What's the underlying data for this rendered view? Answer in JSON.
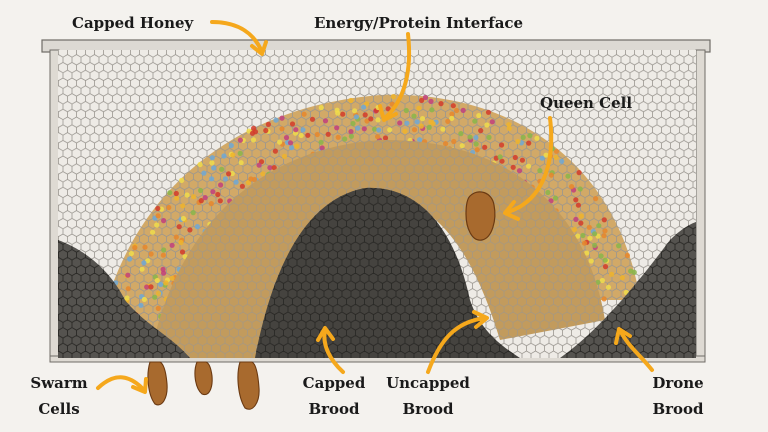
{
  "labels": {
    "capped_honey": "Capped Honey",
    "interface": "Energy/Protein Interface",
    "queen_cell": "Queen Cell",
    "swarm_cells": [
      "Swarm",
      "Cells"
    ],
    "capped_brood": [
      "Capped",
      "Brood"
    ],
    "uncapped_brood": [
      "Uncapped",
      "Brood"
    ],
    "drone_brood": [
      "Drone",
      "Brood"
    ]
  },
  "colors": {
    "arrow": "#f5a81c",
    "honey_bg": "#eeebe6",
    "comb_line": "#9a9690",
    "pollen_band": "#d2a967",
    "uncapped_brood": "#c29b5d",
    "capped_brood": "#45433f",
    "drone_brood": "#55534f",
    "cell_wax": "#a86a2e",
    "pollen_dots": [
      "#d33c2a",
      "#f0b42a",
      "#6fa8d6",
      "#e8872c",
      "#c2407c",
      "#89b64a",
      "#f1dd4a"
    ]
  }
}
